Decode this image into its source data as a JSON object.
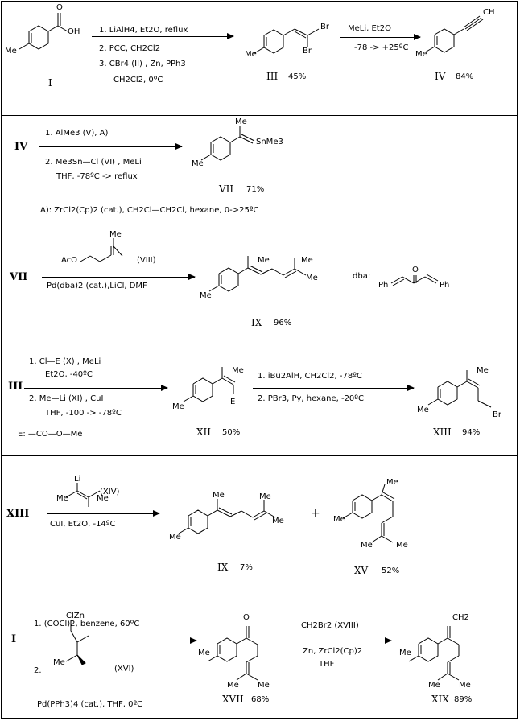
{
  "r1": {
    "label_I": "I",
    "oh": "OH",
    "o": "O",
    "me": "Me",
    "cond": [
      "1. LiAlH4,   Et2O,  reflux",
      "2. PCC,  CH2Cl2",
      "3. CBr4 (II) , Zn, PPh3",
      "CH2Cl2,   0ºC"
    ],
    "br": "Br",
    "label_III": "III",
    "yield_III": "45%",
    "cond2_top": "MeLi,  Et2O",
    "cond2_bot": "-78 -> +25ºC",
    "ch": "CH",
    "label_IV": "IV",
    "yield_IV": "84%"
  },
  "r2": {
    "start": "IV",
    "c1": "1.  AlMe3  (V), A)",
    "c2": "2. Me3Sn—Cl  (VI) , MeLi",
    "c3": "THF,  -78ºC -> reflux",
    "snme3": "SnMe3",
    "label": "VII",
    "yield": "71%",
    "note": "A):  ZrCl2(Cp)2 (cat.),  CH2Cl—CH2Cl, hexane,  0->25ºC"
  },
  "r3": {
    "start": "VII",
    "ac": "AcO",
    "reagent_label": "(VIII)",
    "cond": "Pd(dba)2 (cat.),LiCl,  DMF",
    "label": "IX",
    "yield": "96%",
    "dba": "dba:",
    "ph": "Ph",
    "o": "O"
  },
  "r4": {
    "start": "III",
    "c1": "1. Cl—E  (X) , MeLi",
    "c2": "Et2O,  -40ºC",
    "c3": "2.  Me—Li  (XI) , CuI",
    "c4": "THF,   -100 -> -78ºC",
    "e_def": "E:  —CO—O—Me",
    "e": "E",
    "label_XII": "XII",
    "yield_XII": "50%",
    "c5": "1. iBu2AlH,   CH2Cl2,   -78ºC",
    "c6": "2. PBr3, Py,  hexane, -20ºC",
    "label_XIII": "XIII",
    "yield_XIII": "94%"
  },
  "r5": {
    "start": "XIII",
    "li": "Li",
    "reagent_label": "(XIV)",
    "cond": "CuI,  Et2O,   -14ºC",
    "label_IX": "IX",
    "yield_IX": "7%",
    "plus": "+",
    "label_XV": "XV",
    "yield_XV": "52%"
  },
  "r6": {
    "start": "I",
    "c1": "1. (COCl)2,   benzene, 60ºC",
    "c2": "2.",
    "clzn": "ClZn",
    "reagent_label": "(XVI)",
    "c3": "Pd(PPh3)4 (cat.), THF,   0ºC",
    "label_XVII": "XVII",
    "yield_XVII": "68%",
    "c4": "CH2Br2  (XVIII)",
    "c5": "Zn, ZrCl2(Cp)2",
    "c6": "THF",
    "ch2": "CH2",
    "label_XIX": "XIX",
    "yield_XIX": "89%"
  }
}
